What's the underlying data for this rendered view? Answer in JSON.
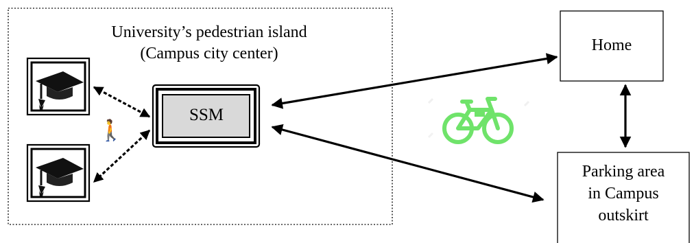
{
  "diagram": {
    "island": {
      "title_line1": "University’s pedestrian island",
      "title_line2": "(Campus city center)"
    },
    "ssm": {
      "label": "SSM"
    },
    "home": {
      "label": "Home"
    },
    "parking": {
      "line1": "Parking area",
      "line2": "in Campus",
      "line3": "outskirt"
    },
    "icons": {
      "student": "graduation-cap-icon",
      "walking": "pedestrian-icon",
      "bike": "electric-bicycle-icon"
    },
    "colors": {
      "ssm_fill": "#d9d9d9",
      "bike": "#6fe36a",
      "cap": "#111111",
      "stroke": "#000000"
    }
  }
}
